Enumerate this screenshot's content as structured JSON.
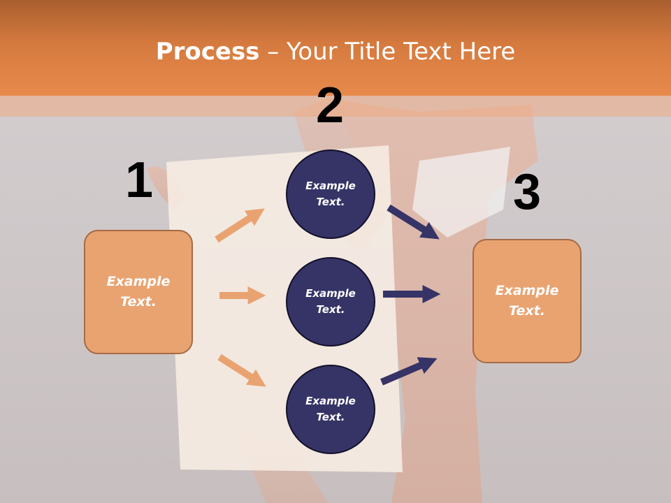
{
  "title": {
    "bold": "Process",
    "rest": " – Your Title Text Here"
  },
  "steps": [
    "1",
    "2",
    "3"
  ],
  "left_box": {
    "text": "Example Text."
  },
  "circles": [
    {
      "text": "Example Text."
    },
    {
      "text": "Example Text."
    },
    {
      "text": "Example Text."
    }
  ],
  "right_box": {
    "text": "Example Text."
  },
  "colors": {
    "title_band": "#e0854a",
    "box_fill": "#e9a371",
    "box_border": "#a56a44",
    "circle_fill": "#363366",
    "arrow_in": "#e9a371",
    "arrow_out": "#363366"
  }
}
